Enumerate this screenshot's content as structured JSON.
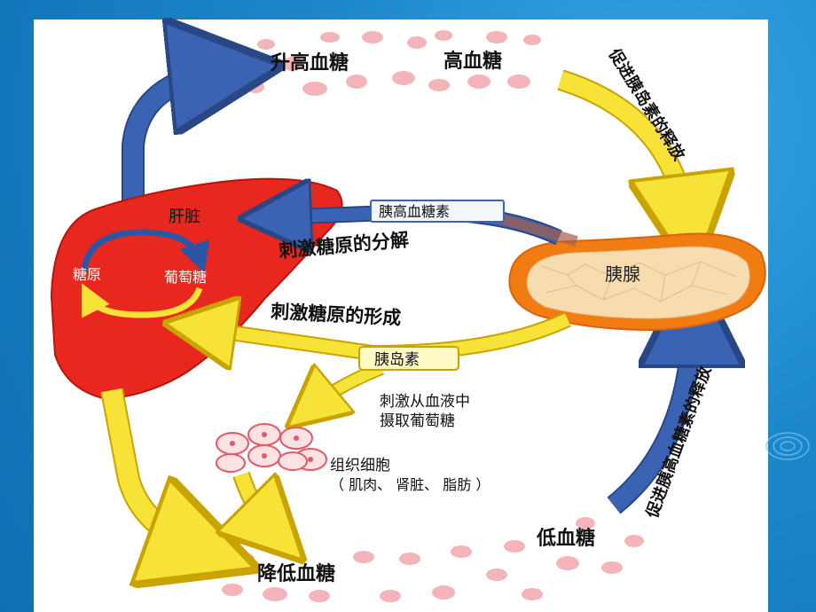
{
  "labels": {
    "raise_glucose": "升高血糖",
    "high_glucose": "高血糖",
    "promote_insulin_release": "促进胰岛素的释放",
    "liver": "肝脏",
    "glucagon": "胰高血糖素",
    "stimulate_breakdown": "刺激糖原的分解",
    "glycogen": "糖原",
    "glucose": "葡萄糖",
    "pancreas": "胰腺",
    "stimulate_formation": "刺激糖原的形成",
    "insulin": "胰岛素",
    "stimulate_uptake_line1": "刺激从血液中",
    "stimulate_uptake_line2": "摄取葡萄糖",
    "tissue_cells": "组织细胞",
    "tissue_examples": "（ 肌肉、 肾脏、 脂肪 ）",
    "promote_glucagon_release": "促进胰高血糖素的释放",
    "low_glucose": "低血糖",
    "lower_glucose": "降低血糖"
  },
  "colors": {
    "background": "#1a86c8",
    "liver": "#e8281e",
    "pancreas_outline": "#f07c12",
    "pancreas_fill": "#f6dcae",
    "arrow_yellow": "#f7e338",
    "arrow_blue": "#3b63b3",
    "blood_cell": "#f2a9ad"
  }
}
